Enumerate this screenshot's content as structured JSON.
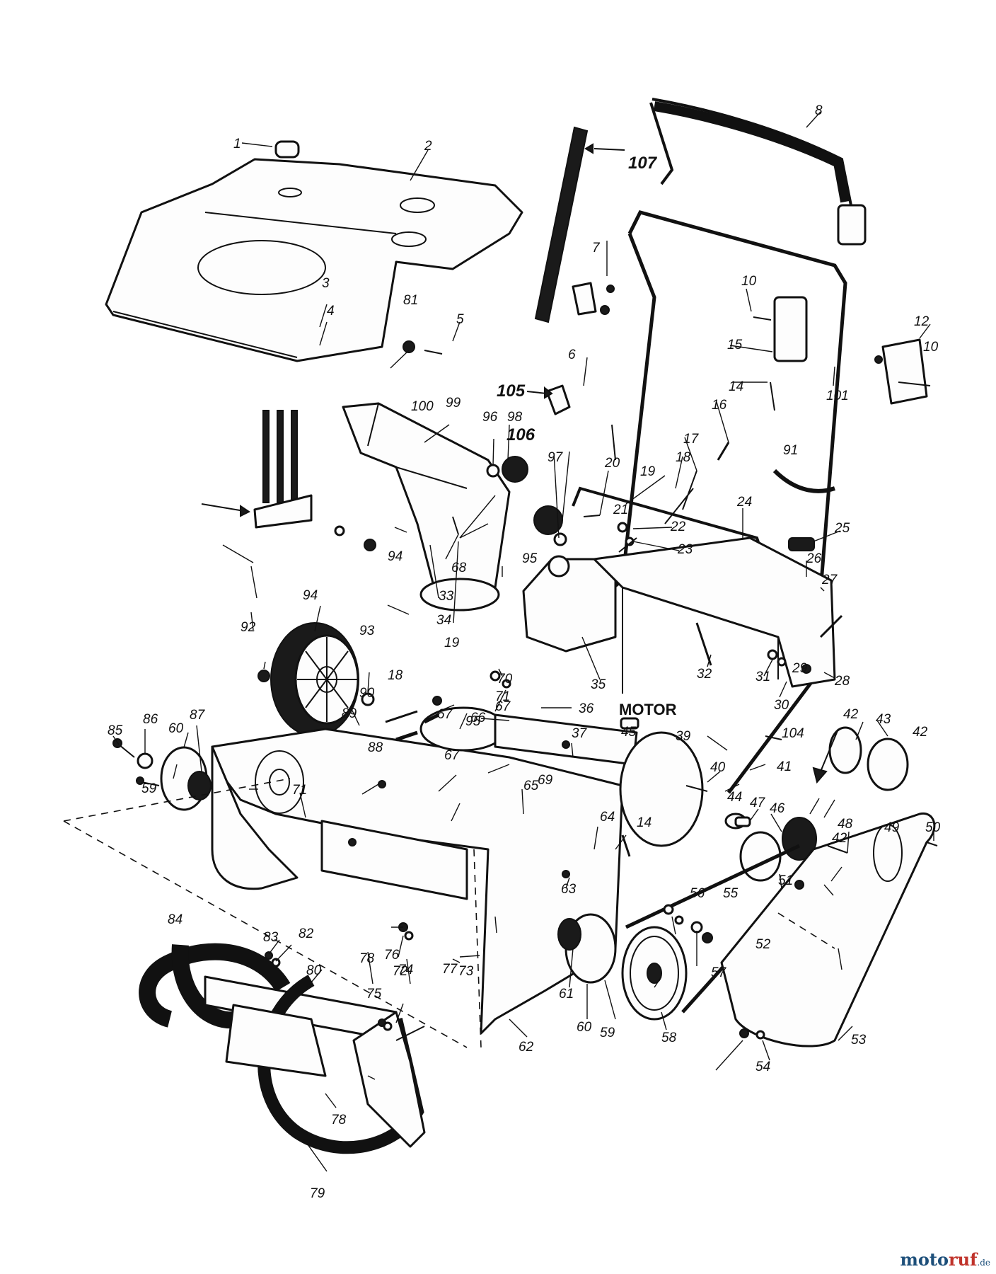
{
  "diagram": {
    "center_label": "MOTOR",
    "part_numbers": [
      "1",
      "2",
      "3",
      "4",
      "5",
      "6",
      "7",
      "8",
      "10",
      "10",
      "12",
      "14",
      "14",
      "15",
      "16",
      "17",
      "18",
      "18",
      "19",
      "19",
      "20",
      "21",
      "22",
      "23",
      "24",
      "25",
      "26",
      "27",
      "28",
      "29",
      "30",
      "31",
      "32",
      "33",
      "34",
      "35",
      "36",
      "37",
      "39",
      "40",
      "41",
      "42",
      "42",
      "42",
      "43",
      "44",
      "45",
      "46",
      "47",
      "48",
      "49",
      "50",
      "51",
      "52",
      "53",
      "54",
      "55",
      "56",
      "57",
      "58",
      "59",
      "59",
      "60",
      "60",
      "61",
      "62",
      "63",
      "64",
      "65",
      "66",
      "67",
      "67",
      "67",
      "68",
      "69",
      "70",
      "71",
      "71",
      "72",
      "73",
      "74",
      "75",
      "76",
      "77",
      "78",
      "78",
      "79",
      "80",
      "81",
      "82",
      "83",
      "84",
      "85",
      "86",
      "87",
      "88",
      "89",
      "90",
      "91",
      "92",
      "93",
      "94",
      "94",
      "95",
      "95",
      "96",
      "97",
      "98",
      "99",
      "100",
      "101",
      "104",
      "105",
      "106",
      "107"
    ]
  },
  "watermark": {
    "part1": "moto",
    "part2": "ruf",
    "part3": ".de"
  }
}
